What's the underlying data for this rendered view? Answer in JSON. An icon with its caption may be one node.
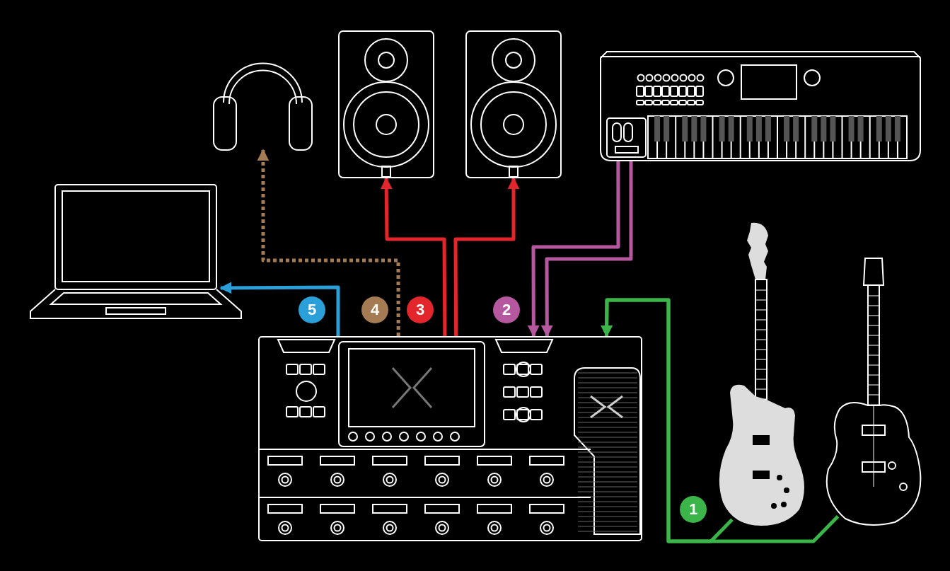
{
  "diagram": {
    "nodes": [
      {
        "text": [],
        "shape": "picture"
      },
      {
        "text": [],
        "shape": "picture"
      },
      {
        "text": [],
        "shape": "picture"
      },
      {
        "text": [],
        "shape": "picture"
      },
      {
        "text": [],
        "shape": "picture"
      },
      {
        "text": [],
        "shape": "picture"
      },
      {
        "text": [],
        "shape": "picture"
      },
      {
        "text": [],
        "shape": "picture"
      }
    ],
    "edges": [
      {
        "from": 5,
        "to": 4,
        "arrow": "to",
        "color": "#2a9fd8"
      },
      {
        "from": 5,
        "to": 0,
        "arrow": "to",
        "style": "dashed",
        "color": "#a47b52"
      },
      {
        "from": 5,
        "to": 1,
        "arrow": "to",
        "color": "#e3262b"
      },
      {
        "from": 5,
        "to": 2,
        "arrow": "to",
        "color": "#e3262b"
      },
      {
        "from": 3,
        "to": 5,
        "arrow": "to",
        "color": "#b5589f"
      },
      {
        "from": 3,
        "to": 5,
        "arrow": "to",
        "color": "#b5589f"
      },
      {
        "from": 6,
        "to": 5,
        "arrow": "to",
        "color": "#3bb54a"
      },
      {
        "from": 7,
        "to": 5,
        "arrow": "to",
        "color": "#3bb54a"
      }
    ],
    "labels": [
      "5",
      "4",
      "3",
      "2",
      "1"
    ]
  }
}
